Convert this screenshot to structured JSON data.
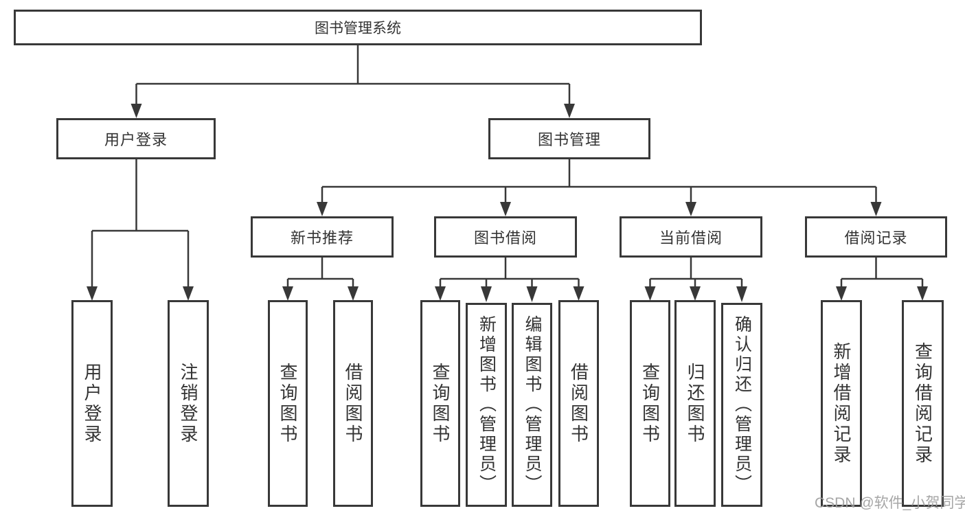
{
  "colors": {
    "line": "#383838",
    "box_border": "#383838",
    "box_background": "#ffffff",
    "text": "#333333",
    "watermark": "#9e9e9e"
  },
  "watermark": {
    "text": "CSDN @软件_小贺同学"
  },
  "tree": {
    "label": "图书管理系统",
    "children": [
      {
        "label": "用户登录",
        "children": [
          {
            "label": "用户登录"
          },
          {
            "label": "注销登录"
          }
        ]
      },
      {
        "label": "图书管理",
        "children": [
          {
            "label": "新书推荐",
            "children": [
              {
                "label": "查询图书"
              },
              {
                "label": "借阅图书"
              }
            ]
          },
          {
            "label": "图书借阅",
            "children": [
              {
                "label": "查询图书"
              },
              {
                "label": "新增图书（管理员）"
              },
              {
                "label": "编辑图书（管理员）"
              },
              {
                "label": "借阅图书"
              }
            ]
          },
          {
            "label": "当前借阅",
            "children": [
              {
                "label": "查询图书"
              },
              {
                "label": "归还图书"
              },
              {
                "label": "确认归还（管理员）"
              }
            ]
          },
          {
            "label": "借阅记录",
            "children": [
              {
                "label": "新增借阅记录"
              },
              {
                "label": "查询借阅记录"
              }
            ]
          }
        ]
      }
    ]
  }
}
